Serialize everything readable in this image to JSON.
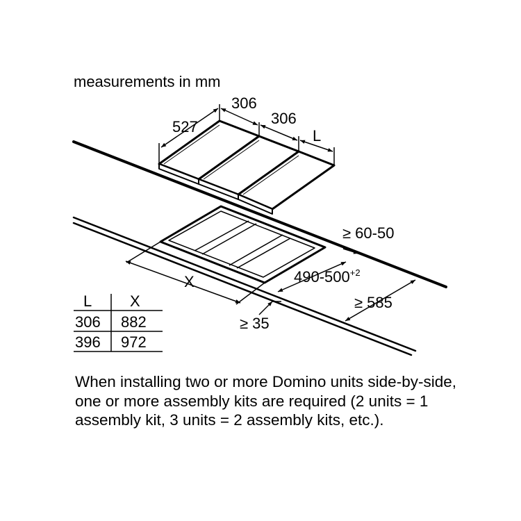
{
  "header": {
    "units_label": "measurements in mm"
  },
  "dimensions": {
    "depth": "527",
    "width_first": "306",
    "width_second": "306",
    "width_last": "L",
    "rear_gap": "≥ 60-50",
    "cutout_depth": "490-500",
    "cutout_depth_tolerance": "+2",
    "cutout_width": "X",
    "front_gap": "≥ 35",
    "worktop_depth": "≥ 585"
  },
  "size_table": {
    "headers": [
      "L",
      "X"
    ],
    "rows": [
      [
        "306",
        "882"
      ],
      [
        "396",
        "972"
      ]
    ]
  },
  "note": {
    "text": "When installing two or more Domino units side-by-side, one or more assembly kits are required (2 units = 1 assembly kit, 3 units = 2 assembly kits, etc.)."
  }
}
